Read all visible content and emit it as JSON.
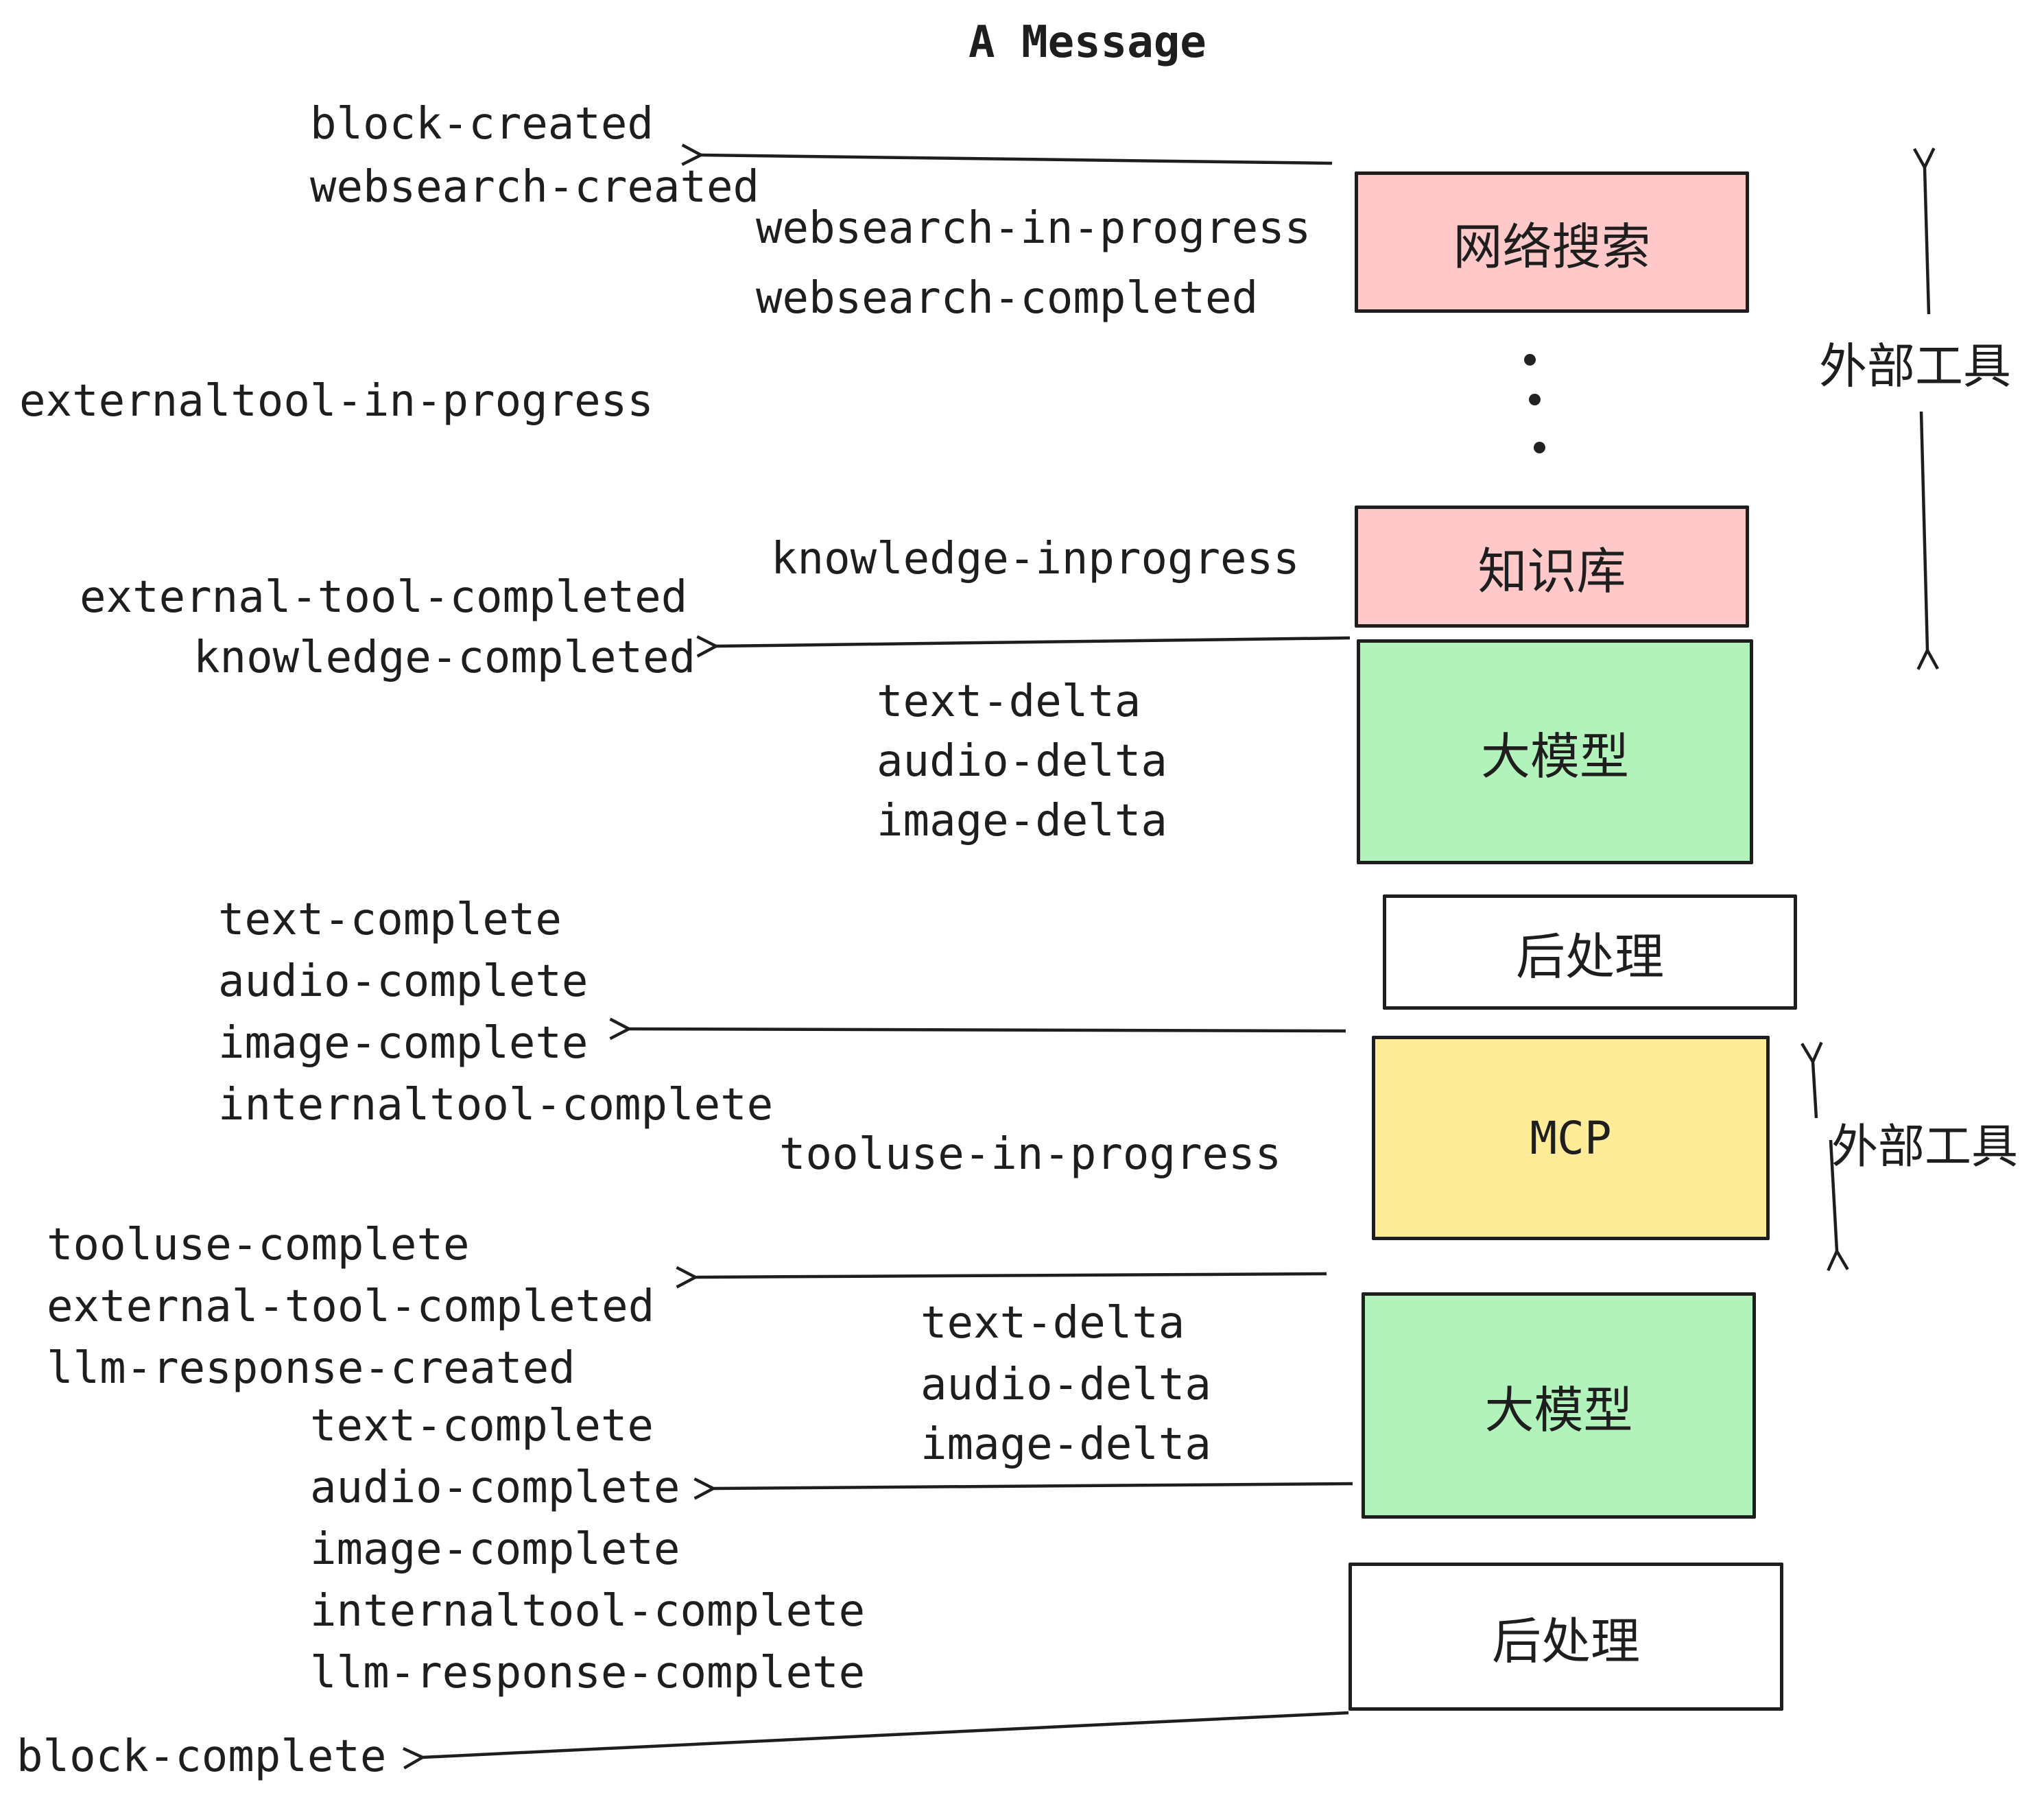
{
  "title": "A Message",
  "events": {
    "block_created": "block-created",
    "websearch_created": "websearch-created",
    "websearch_in_progress": "websearch-in-progress",
    "websearch_completed": "websearch-completed",
    "externaltool_in_progress": "externaltool-in-progress",
    "knowledge_inprogress": "knowledge-inprogress",
    "external_tool_completed_1": "external-tool-completed",
    "knowledge_completed": "knowledge-completed",
    "text_delta_1": "text-delta",
    "audio_delta_1": "audio-delta",
    "image_delta_1": "image-delta",
    "text_complete_1": "text-complete",
    "audio_complete_1": "audio-complete",
    "image_complete_1": "image-complete",
    "internaltool_complete_1": "internaltool-complete",
    "tooluse_in_progress": "tooluse-in-progress",
    "tooluse_complete": "tooluse-complete",
    "external_tool_completed_2": "external-tool-completed",
    "llm_response_created": "llm-response-created",
    "text_complete_2": "text-complete",
    "audio_complete_2": "audio-complete",
    "image_complete_2": "image-complete",
    "internaltool_complete_2": "internaltool-complete",
    "llm_response_complete": "llm-response-complete",
    "text_delta_2": "text-delta",
    "audio_delta_2": "audio-delta",
    "image_delta_2": "image-delta",
    "block_complete": "block-complete"
  },
  "boxes": {
    "websearch": {
      "label": "网络搜索",
      "fill": "#ffc9c9"
    },
    "knowledge": {
      "label": "知识库",
      "fill": "#ffc9c9"
    },
    "llm1": {
      "label": "大模型",
      "fill": "#b2f2bb"
    },
    "post1": {
      "label": "后处理",
      "fill": "#ffffff"
    },
    "mcp": {
      "label": "MCP",
      "fill": "#ffec99"
    },
    "llm2": {
      "label": "大模型",
      "fill": "#b2f2bb"
    },
    "post2": {
      "label": "后处理",
      "fill": "#ffffff"
    }
  },
  "annotations": {
    "external_tools_top": "外部工具",
    "external_tools_mid": "外部工具"
  },
  "colors": {
    "ink": "#1e1e1e",
    "pink": "#ffc9c9",
    "green": "#b2f2bb",
    "yellow": "#ffec99",
    "white": "#ffffff"
  }
}
